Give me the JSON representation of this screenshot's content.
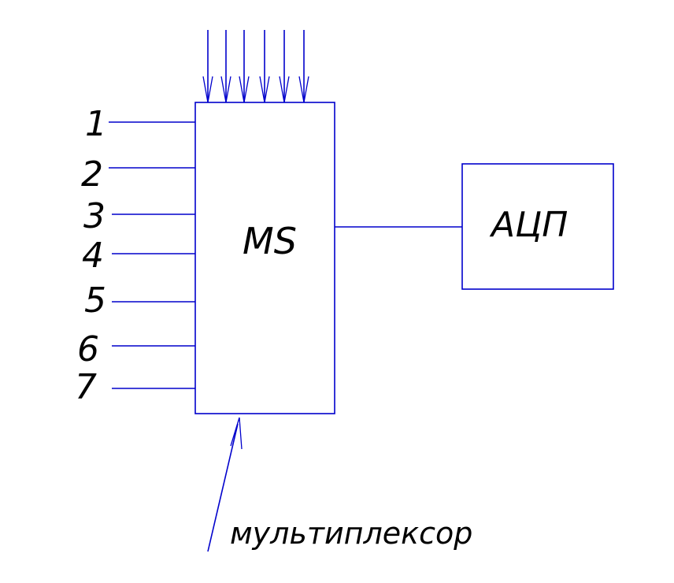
{
  "multiplexer": {
    "label": "MS",
    "control_inputs": 6,
    "inputs": [
      "1",
      "2",
      "3",
      "4",
      "5",
      "6",
      "7"
    ]
  },
  "adc": {
    "label": "АЦП"
  },
  "caption": "мультиплексор",
  "colors": {
    "lines": "#0000cc",
    "text": "#000000",
    "background": "#ffffff"
  }
}
